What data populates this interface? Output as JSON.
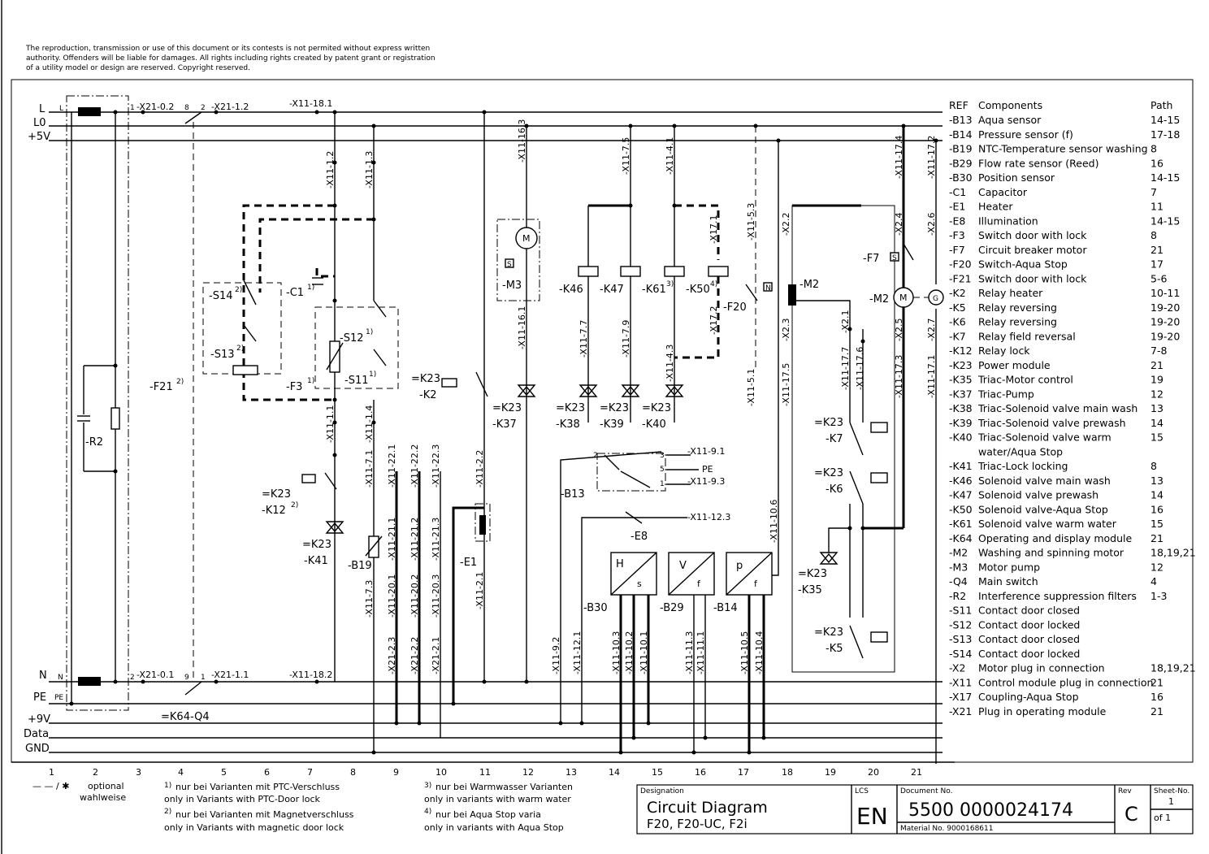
{
  "copyright_notice": [
    "The reproduction, transmission or use of this document or its contests is not permited without  express  written",
    "authority. Offenders will be liable for damages. All rights including rights created by patent grant or registration",
    "of a utility model or design are reserved. Copyright reserved."
  ],
  "rails": {
    "top": [
      "L",
      "L0",
      "+5V"
    ],
    "bottom": [
      "N",
      "PE",
      "+9V",
      "Data",
      "GND"
    ]
  },
  "connectors": {
    "x21_02": "-X21-0.2",
    "x21_12": "-X21-1.2",
    "x11_181": "-X11-18.1",
    "x21_01": "-X21-0.1",
    "x21_11": "-X21-1.1",
    "x11_182": "-X11-18.2",
    "x11_12": "-X11-1.2",
    "x11_13": "-X11-1.3",
    "x11_11": "-X11-1.1",
    "x11_14": "-X11-1.4",
    "x11_71": "-X11-7.1",
    "x11_221": "-X11-22.1",
    "x11_222": "-X11-22.2",
    "x11_223": "-X11-22.3",
    "x11_211": "-X11-21.1",
    "x11_212": "-X11-21.2",
    "x11_213": "-X11-21.3",
    "x11_73": "-X11-7.3",
    "x11_201": "-X11-20.1",
    "x11_202": "-X11-20.2",
    "x11_203": "-X11-20.3",
    "x21_23": "-X21-2.3",
    "x21_22": "-X21-2.2",
    "x21_21": "-X21-2.1",
    "x11_22": "-X11-2.2",
    "x11_21": "-X11-2.1",
    "x11_163": "-X11-16.3",
    "x11_161": "-X11-16.1",
    "x11_75": "-X11-7.5",
    "x11_77": "-X11-7.7",
    "x11_79": "-X11-7.9",
    "x11_41": "-X11-4.1",
    "x11_43": "-X11-4.3",
    "x17_1": "-X17.1",
    "x17_2": "-X17.2",
    "x11_53": "-X11-5.3",
    "x11_51": "-X11-5.1",
    "x11_91": "-X11-9.1",
    "x11_93": "-X11-9.3",
    "x11_123": "-X11-12.3",
    "x11_92": "-X11-9.2",
    "x11_121": "-X11-12.1",
    "x11_103": "-X11-10.3",
    "x11_102": "-X11-10.2",
    "x11_101": "-X11-10.1",
    "x11_113": "-X11-11.3",
    "x11_111": "-X11-11.1",
    "x11_105": "-X11-10.5",
    "x11_104": "-X11-10.4",
    "x11_106": "-X11-10.6",
    "x22": "-X2.2",
    "x23": "-X2.3",
    "x21": "-X2.1",
    "x24": "-X2.4",
    "x25": "-X2.5",
    "x26": "-X2.6",
    "x27": "-X2.7",
    "x11_175": "-X11-17.5",
    "x11_177": "-X11-17.7",
    "x11_176": "-X11-17.6",
    "x11_174": "-X11-17.4",
    "x11_173": "-X11-17.3",
    "x11_172": "-X11-17.2",
    "x11_171": "-X11-17.1"
  },
  "components": {
    "r2": "-R2",
    "f21": "-F21",
    "f21_sup": "2)",
    "s14": "-S14",
    "s13": "-S13",
    "c1": "-C1",
    "f3": "-F3",
    "s12": "-S12",
    "s11": "-S11",
    "sup1": "1)",
    "sup2": "2)",
    "sup3": "3)",
    "sup4": "4)",
    "k23_k12": "=K23",
    "k12": "-K12",
    "k23_k41": "=K23",
    "k41": "-K41",
    "b19": "-B19",
    "e1": "-E1",
    "k23_k2": "=K23",
    "k2": "-K2",
    "k23_k37": "=K23",
    "k37": "-K37",
    "m3": "-M3",
    "m": "M",
    "s_box": "S",
    "k46": "-K46",
    "k47": "-K47",
    "k61": "-K61",
    "k50": "-K50",
    "f20": "-F20",
    "k23_k38": "=K23",
    "k38": "-K38",
    "k23_k39": "=K23",
    "k39": "-K39",
    "k23_k40": "=K23",
    "k40": "-K40",
    "n_box": "N",
    "b13": "-B13",
    "e8": "-E8",
    "pe": "PE",
    "b30": "-B30",
    "b29": "-B29",
    "b14": "-B14",
    "b30_top": "H",
    "b30_bot": "s",
    "b29_top": "V",
    "b29_bot": "f",
    "b14_top": "p",
    "b14_bot": "f",
    "m2": "-M2",
    "m2b": "-M2",
    "f7": "-F7",
    "g": "G",
    "k23_k7": "=K23",
    "k7": "-K7",
    "k23_k6": "=K23",
    "k6": "-K6",
    "k23_k35": "=K23",
    "k35": "-K35",
    "k23_k5": "=K23",
    "k5": "-K5",
    "k64_q4": "=K64-Q4",
    "n_mark": "N"
  },
  "legend": {
    "header": {
      "ref": "REF",
      "components": "Components",
      "path": "Path"
    },
    "rows": [
      {
        "ref": "-B13",
        "name": "Aqua sensor",
        "path": "14-15"
      },
      {
        "ref": "-B14",
        "name": "Pressure sensor (f)",
        "path": "17-18"
      },
      {
        "ref": "-B19",
        "name": "NTC-Temperature sensor washing",
        "path": "8"
      },
      {
        "ref": "-B29",
        "name": "Flow rate sensor (Reed)",
        "path": "16"
      },
      {
        "ref": "-B30",
        "name": "Position sensor",
        "path": "14-15"
      },
      {
        "ref": "-C1",
        "name": "Capacitor",
        "path": "7"
      },
      {
        "ref": "-E1",
        "name": "Heater",
        "path": "11"
      },
      {
        "ref": "-E8",
        "name": "Illumination",
        "path": "14-15"
      },
      {
        "ref": "-F3",
        "name": "Switch door with lock",
        "path": "8"
      },
      {
        "ref": "-F7",
        "name": "Circuit breaker motor",
        "path": "21"
      },
      {
        "ref": "-F20",
        "name": "Switch-Aqua Stop",
        "path": "17"
      },
      {
        "ref": "-F21",
        "name": "Switch door with lock",
        "path": "5-6"
      },
      {
        "ref": "-K2",
        "name": "Relay heater",
        "path": "10-11"
      },
      {
        "ref": "-K5",
        "name": "Relay reversing",
        "path": "19-20"
      },
      {
        "ref": "-K6",
        "name": "Relay reversing",
        "path": "19-20"
      },
      {
        "ref": "-K7",
        "name": "Relay field reversal",
        "path": "19-20"
      },
      {
        "ref": "-K12",
        "name": "Relay lock",
        "path": "7-8"
      },
      {
        "ref": "-K23",
        "name": "Power module",
        "path": "21"
      },
      {
        "ref": "-K35",
        "name": "Triac-Motor control",
        "path": "19"
      },
      {
        "ref": "-K37",
        "name": "Triac-Pump",
        "path": "12"
      },
      {
        "ref": "-K38",
        "name": "Triac-Solenoid valve main wash",
        "path": "13"
      },
      {
        "ref": "-K39",
        "name": "Triac-Solenoid valve prewash",
        "path": "14"
      },
      {
        "ref": "-K40",
        "name": "Triac-Solenoid valve warm",
        "path": "15"
      },
      {
        "ref": "",
        "name": "water/Aqua Stop",
        "path": ""
      },
      {
        "ref": "-K41",
        "name": "Triac-Lock locking",
        "path": "8"
      },
      {
        "ref": "-K46",
        "name": "Solenoid valve main wash",
        "path": "13"
      },
      {
        "ref": "-K47",
        "name": "Solenoid valve prewash",
        "path": "14"
      },
      {
        "ref": "-K50",
        "name": "Solenoid valve-Aqua Stop",
        "path": "16"
      },
      {
        "ref": "-K61",
        "name": "Solenoid valve warm water",
        "path": "15"
      },
      {
        "ref": "-K64",
        "name": "Operating and display module",
        "path": "21"
      },
      {
        "ref": "-M2",
        "name": "Washing and spinning motor",
        "path": "18,19,21"
      },
      {
        "ref": "-M3",
        "name": "Motor pump",
        "path": "12"
      },
      {
        "ref": "-Q4",
        "name": "Main switch",
        "path": "4"
      },
      {
        "ref": "-R2",
        "name": "Interference suppression filters",
        "path": "1-3"
      },
      {
        "ref": "-S11",
        "name": "Contact door closed",
        "path": ""
      },
      {
        "ref": "-S12",
        "name": "Contact door locked",
        "path": ""
      },
      {
        "ref": "-S13",
        "name": "Contact door closed",
        "path": ""
      },
      {
        "ref": "-S14",
        "name": "Contact door locked",
        "path": ""
      },
      {
        "ref": "-X2",
        "name": "Motor plug in connection",
        "path": "18,19,21"
      },
      {
        "ref": "-X11",
        "name": "Control module plug in connection",
        "path": "21"
      },
      {
        "ref": "-X17",
        "name": "Coupling-Aqua Stop",
        "path": "16"
      },
      {
        "ref": "-X21",
        "name": "Plug in operating module",
        "path": "21"
      }
    ]
  },
  "path_numbers": [
    "1",
    "2",
    "3",
    "4",
    "5",
    "6",
    "7",
    "8",
    "9",
    "10",
    "11",
    "12",
    "13",
    "14",
    "15",
    "16",
    "17",
    "18",
    "19",
    "20",
    "21"
  ],
  "footnotes": {
    "optional_de": "optional",
    "optional_de2": "wahlweise",
    "dash_symbol": "— — / ✱",
    "n1_sup": "1)",
    "n1_de": "nur bei Varianten mit PTC-Verschluss",
    "n1_en": "only in Variants with PTC-Door lock",
    "n2_sup": "2)",
    "n2_de": "nur bei Varianten mit Magnetverschluss",
    "n2_en": "only in Variants with magnetic door lock",
    "n3_sup": "3)",
    "n3_de": "nur bei Warmwasser Varianten",
    "n3_en": "only in variants with warm water",
    "n4_sup": "4)",
    "n4_de": "nur bei Aqua Stop varia",
    "n4_en": "only in variants with Aqua Stop"
  },
  "title_block": {
    "designation_label": "Designation",
    "designation": "Circuit Diagram",
    "variants": "F20, F20-UC, F2i",
    "lcs_label": "LCS",
    "lcs": "EN",
    "doc_label": "Document No.",
    "doc_no": "5500  0000024174",
    "material": "Material No. 9000168611",
    "rev_label": "Rev",
    "rev": "C",
    "sheet_label": "Sheet-No.",
    "sheet": "1",
    "of": "of  1"
  }
}
